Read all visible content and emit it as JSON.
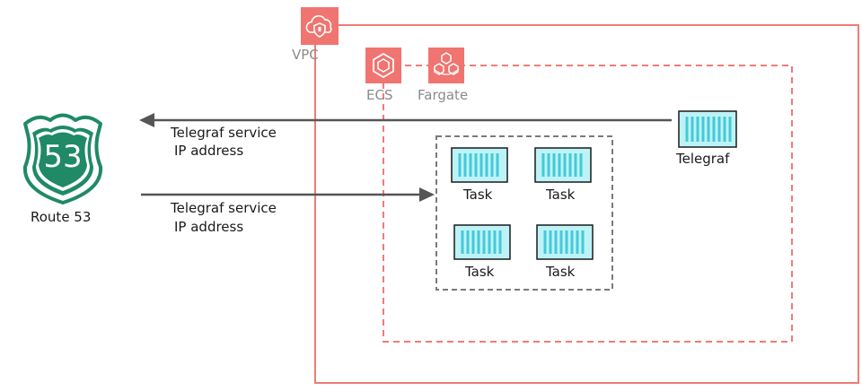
{
  "labels": {
    "vpc": "VPC",
    "ecs": "ECS",
    "fargate": "Fargate",
    "route53": "Route 53",
    "route53_shield_number": "53",
    "telegraf": "Telegraf",
    "arrow_top_line1": "Telegraf service",
    "arrow_top_line2": "IP address",
    "arrow_bottom_line1": "Telegraf service",
    "arrow_bottom_line2": "IP address",
    "tasks": [
      "Task",
      "Task",
      "Task",
      "Task"
    ]
  },
  "icons": {
    "vpc": "vpc-cloud-shield-icon",
    "ecs": "ecs-hexagon-icon",
    "fargate": "fargate-cubes-icon",
    "route53": "route53-shield-icon",
    "container": "container-icon"
  },
  "colors": {
    "aws_service": "#f07470",
    "vpc_border": "#ef7b77",
    "route53_green": "#1f8a65",
    "container_fill": "#bdf3f7",
    "container_stripe": "#45c9d8",
    "arrow": "#555555",
    "task_group_border": "#7a7a7a"
  }
}
